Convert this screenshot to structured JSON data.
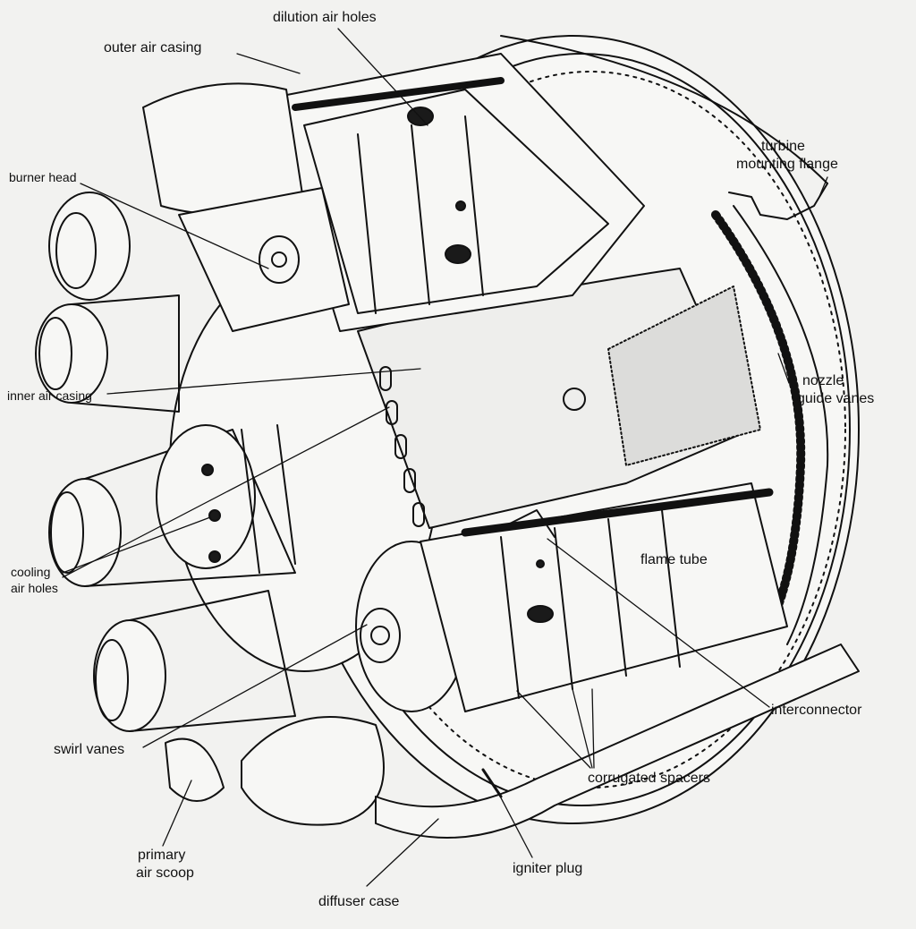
{
  "labels": {
    "dilution_air_holes": "dilution air holes",
    "outer_air_casing": "outer air casing",
    "turbine_mounting_flange_1": "turbine",
    "turbine_mounting_flange_2": "mounting flange",
    "burner_head": "burner head",
    "nozzle_guide_vanes_1": "nozzle",
    "nozzle_guide_vanes_2": "guide vanes",
    "inner_air_casing": "inner air casing",
    "flame_tube": "flame tube",
    "cooling_air_holes_1": "cooling",
    "cooling_air_holes_2": "air holes",
    "interconnector": "interconnector",
    "swirl_vanes": "swirl vanes",
    "corrugated_spacers": "corrugated spacers",
    "primary_air_scoop_1": "primary",
    "primary_air_scoop_2": "air scoop",
    "igniter_plug": "igniter plug",
    "diffuser_case": "diffuser case"
  },
  "colors": {
    "ink": "#111111",
    "paper": "#f2f2f0",
    "shade": "#1a1a1a"
  }
}
